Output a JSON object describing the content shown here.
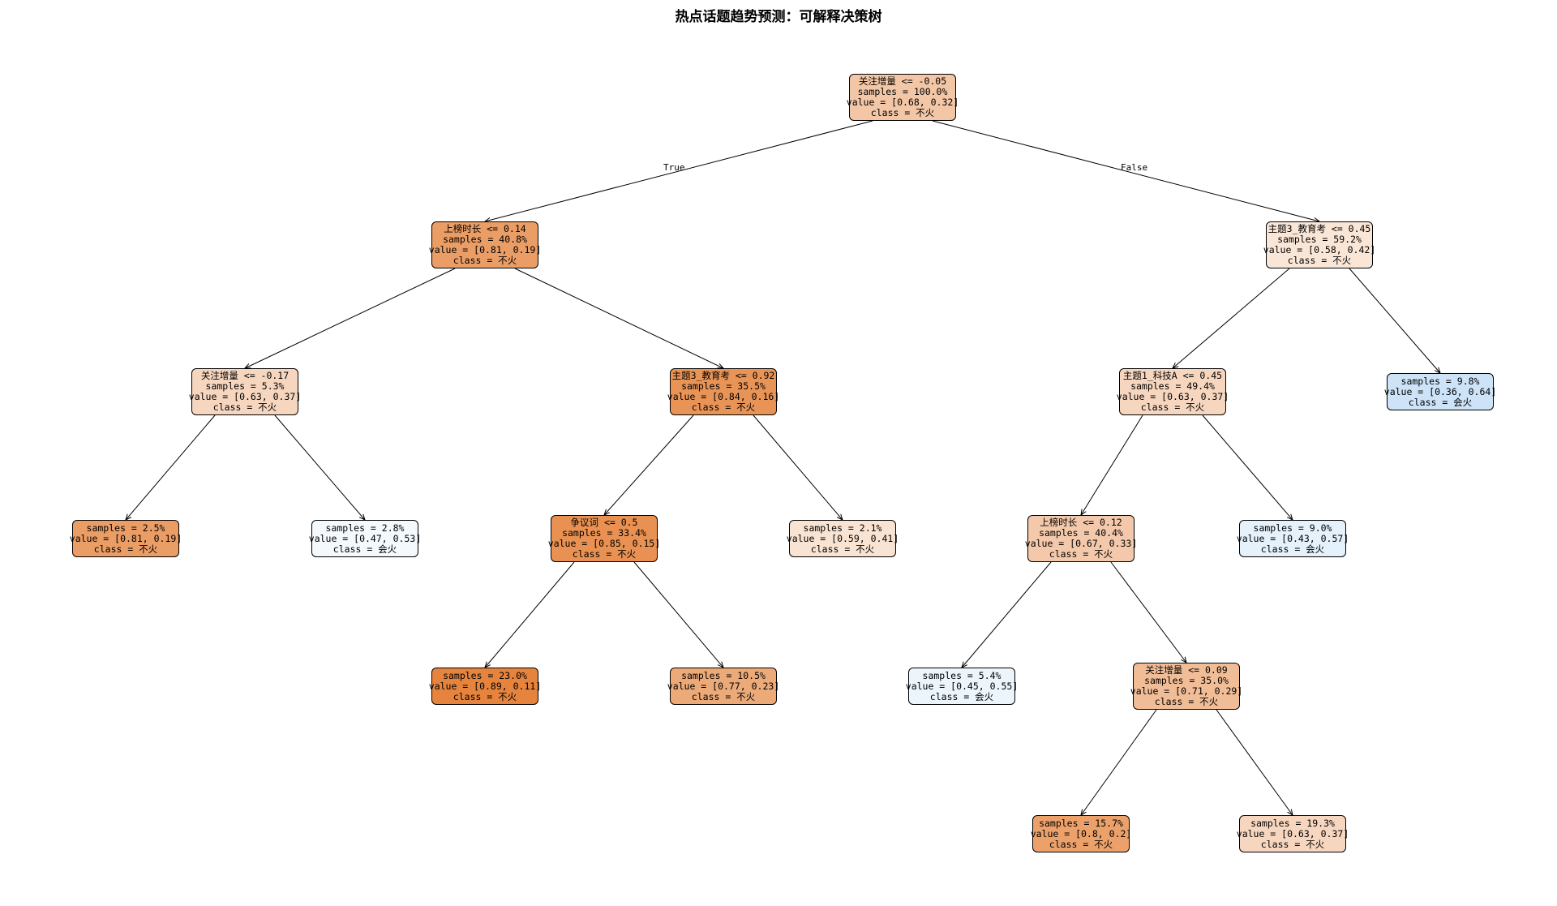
{
  "title": "热点话题趋势预测：可解释决策树",
  "edge_labels": {
    "true": "True",
    "false": "False"
  },
  "colors": {
    "not_hot_dark": "#e8854a",
    "hot_dark": "#86bdea"
  },
  "nodes": [
    {
      "id": "n0",
      "lines": [
        "关注增量 <= -0.05",
        "samples = 100.0%",
        "value = [0.68, 0.32]",
        "class = 不火"
      ],
      "cls": 0,
      "value": [
        0.68,
        0.32
      ]
    },
    {
      "id": "n1",
      "lines": [
        "上榜时长 <= 0.14",
        "samples = 40.8%",
        "value = [0.81, 0.19]",
        "class = 不火"
      ],
      "cls": 0,
      "value": [
        0.81,
        0.19
      ]
    },
    {
      "id": "n2",
      "lines": [
        "主题3_教育考 <= 0.45",
        "samples = 59.2%",
        "value = [0.58, 0.42]",
        "class = 不火"
      ],
      "cls": 0,
      "value": [
        0.58,
        0.42
      ]
    },
    {
      "id": "n3",
      "lines": [
        "关注增量 <= -0.17",
        "samples = 5.3%",
        "value = [0.63, 0.37]",
        "class = 不火"
      ],
      "cls": 0,
      "value": [
        0.63,
        0.37
      ]
    },
    {
      "id": "n4",
      "lines": [
        "主题3_教育考 <= 0.92",
        "samples = 35.5%",
        "value = [0.84, 0.16]",
        "class = 不火"
      ],
      "cls": 0,
      "value": [
        0.84,
        0.16
      ]
    },
    {
      "id": "n5",
      "lines": [
        "主题1_科技A <= 0.45",
        "samples = 49.4%",
        "value = [0.63, 0.37]",
        "class = 不火"
      ],
      "cls": 0,
      "value": [
        0.63,
        0.37
      ]
    },
    {
      "id": "n6",
      "lines": [
        "samples = 9.8%",
        "value = [0.36, 0.64]",
        "class = 会火"
      ],
      "cls": 1,
      "value": [
        0.36,
        0.64
      ]
    },
    {
      "id": "n7",
      "lines": [
        "samples = 2.5%",
        "value = [0.81, 0.19]",
        "class = 不火"
      ],
      "cls": 0,
      "value": [
        0.81,
        0.19
      ]
    },
    {
      "id": "n8",
      "lines": [
        "samples = 2.8%",
        "value = [0.47, 0.53]",
        "class = 会火"
      ],
      "cls": 1,
      "value": [
        0.47,
        0.53
      ]
    },
    {
      "id": "n9",
      "lines": [
        "争议词 <= 0.5",
        "samples = 33.4%",
        "value = [0.85, 0.15]",
        "class = 不火"
      ],
      "cls": 0,
      "value": [
        0.85,
        0.15
      ]
    },
    {
      "id": "n10",
      "lines": [
        "samples = 2.1%",
        "value = [0.59, 0.41]",
        "class = 不火"
      ],
      "cls": 0,
      "value": [
        0.59,
        0.41
      ]
    },
    {
      "id": "n11",
      "lines": [
        "上榜时长 <= 0.12",
        "samples = 40.4%",
        "value = [0.67, 0.33]",
        "class = 不火"
      ],
      "cls": 0,
      "value": [
        0.67,
        0.33
      ]
    },
    {
      "id": "n12",
      "lines": [
        "samples = 9.0%",
        "value = [0.43, 0.57]",
        "class = 会火"
      ],
      "cls": 1,
      "value": [
        0.43,
        0.57
      ]
    },
    {
      "id": "n13",
      "lines": [
        "samples = 23.0%",
        "value = [0.89, 0.11]",
        "class = 不火"
      ],
      "cls": 0,
      "value": [
        0.89,
        0.11
      ]
    },
    {
      "id": "n14",
      "lines": [
        "samples = 10.5%",
        "value = [0.77, 0.23]",
        "class = 不火"
      ],
      "cls": 0,
      "value": [
        0.77,
        0.23
      ]
    },
    {
      "id": "n15",
      "lines": [
        "samples = 5.4%",
        "value = [0.45, 0.55]",
        "class = 会火"
      ],
      "cls": 1,
      "value": [
        0.45,
        0.55
      ]
    },
    {
      "id": "n16",
      "lines": [
        "关注增量 <= 0.09",
        "samples = 35.0%",
        "value = [0.71, 0.29]",
        "class = 不火"
      ],
      "cls": 0,
      "value": [
        0.71,
        0.29
      ]
    },
    {
      "id": "n17",
      "lines": [
        "samples = 15.7%",
        "value = [0.8, 0.2]",
        "class = 不火"
      ],
      "cls": 0,
      "value": [
        0.8,
        0.2
      ]
    },
    {
      "id": "n18",
      "lines": [
        "samples = 19.3%",
        "value = [0.63, 0.37]",
        "class = 不火"
      ],
      "cls": 0,
      "value": [
        0.63,
        0.37
      ]
    }
  ],
  "edges": [
    [
      "n0",
      "n1"
    ],
    [
      "n0",
      "n2"
    ],
    [
      "n1",
      "n3"
    ],
    [
      "n1",
      "n4"
    ],
    [
      "n2",
      "n5"
    ],
    [
      "n2",
      "n6"
    ],
    [
      "n3",
      "n7"
    ],
    [
      "n3",
      "n8"
    ],
    [
      "n4",
      "n9"
    ],
    [
      "n4",
      "n10"
    ],
    [
      "n5",
      "n11"
    ],
    [
      "n5",
      "n12"
    ],
    [
      "n9",
      "n13"
    ],
    [
      "n9",
      "n14"
    ],
    [
      "n11",
      "n15"
    ],
    [
      "n11",
      "n16"
    ],
    [
      "n16",
      "n17"
    ],
    [
      "n16",
      "n18"
    ]
  ]
}
